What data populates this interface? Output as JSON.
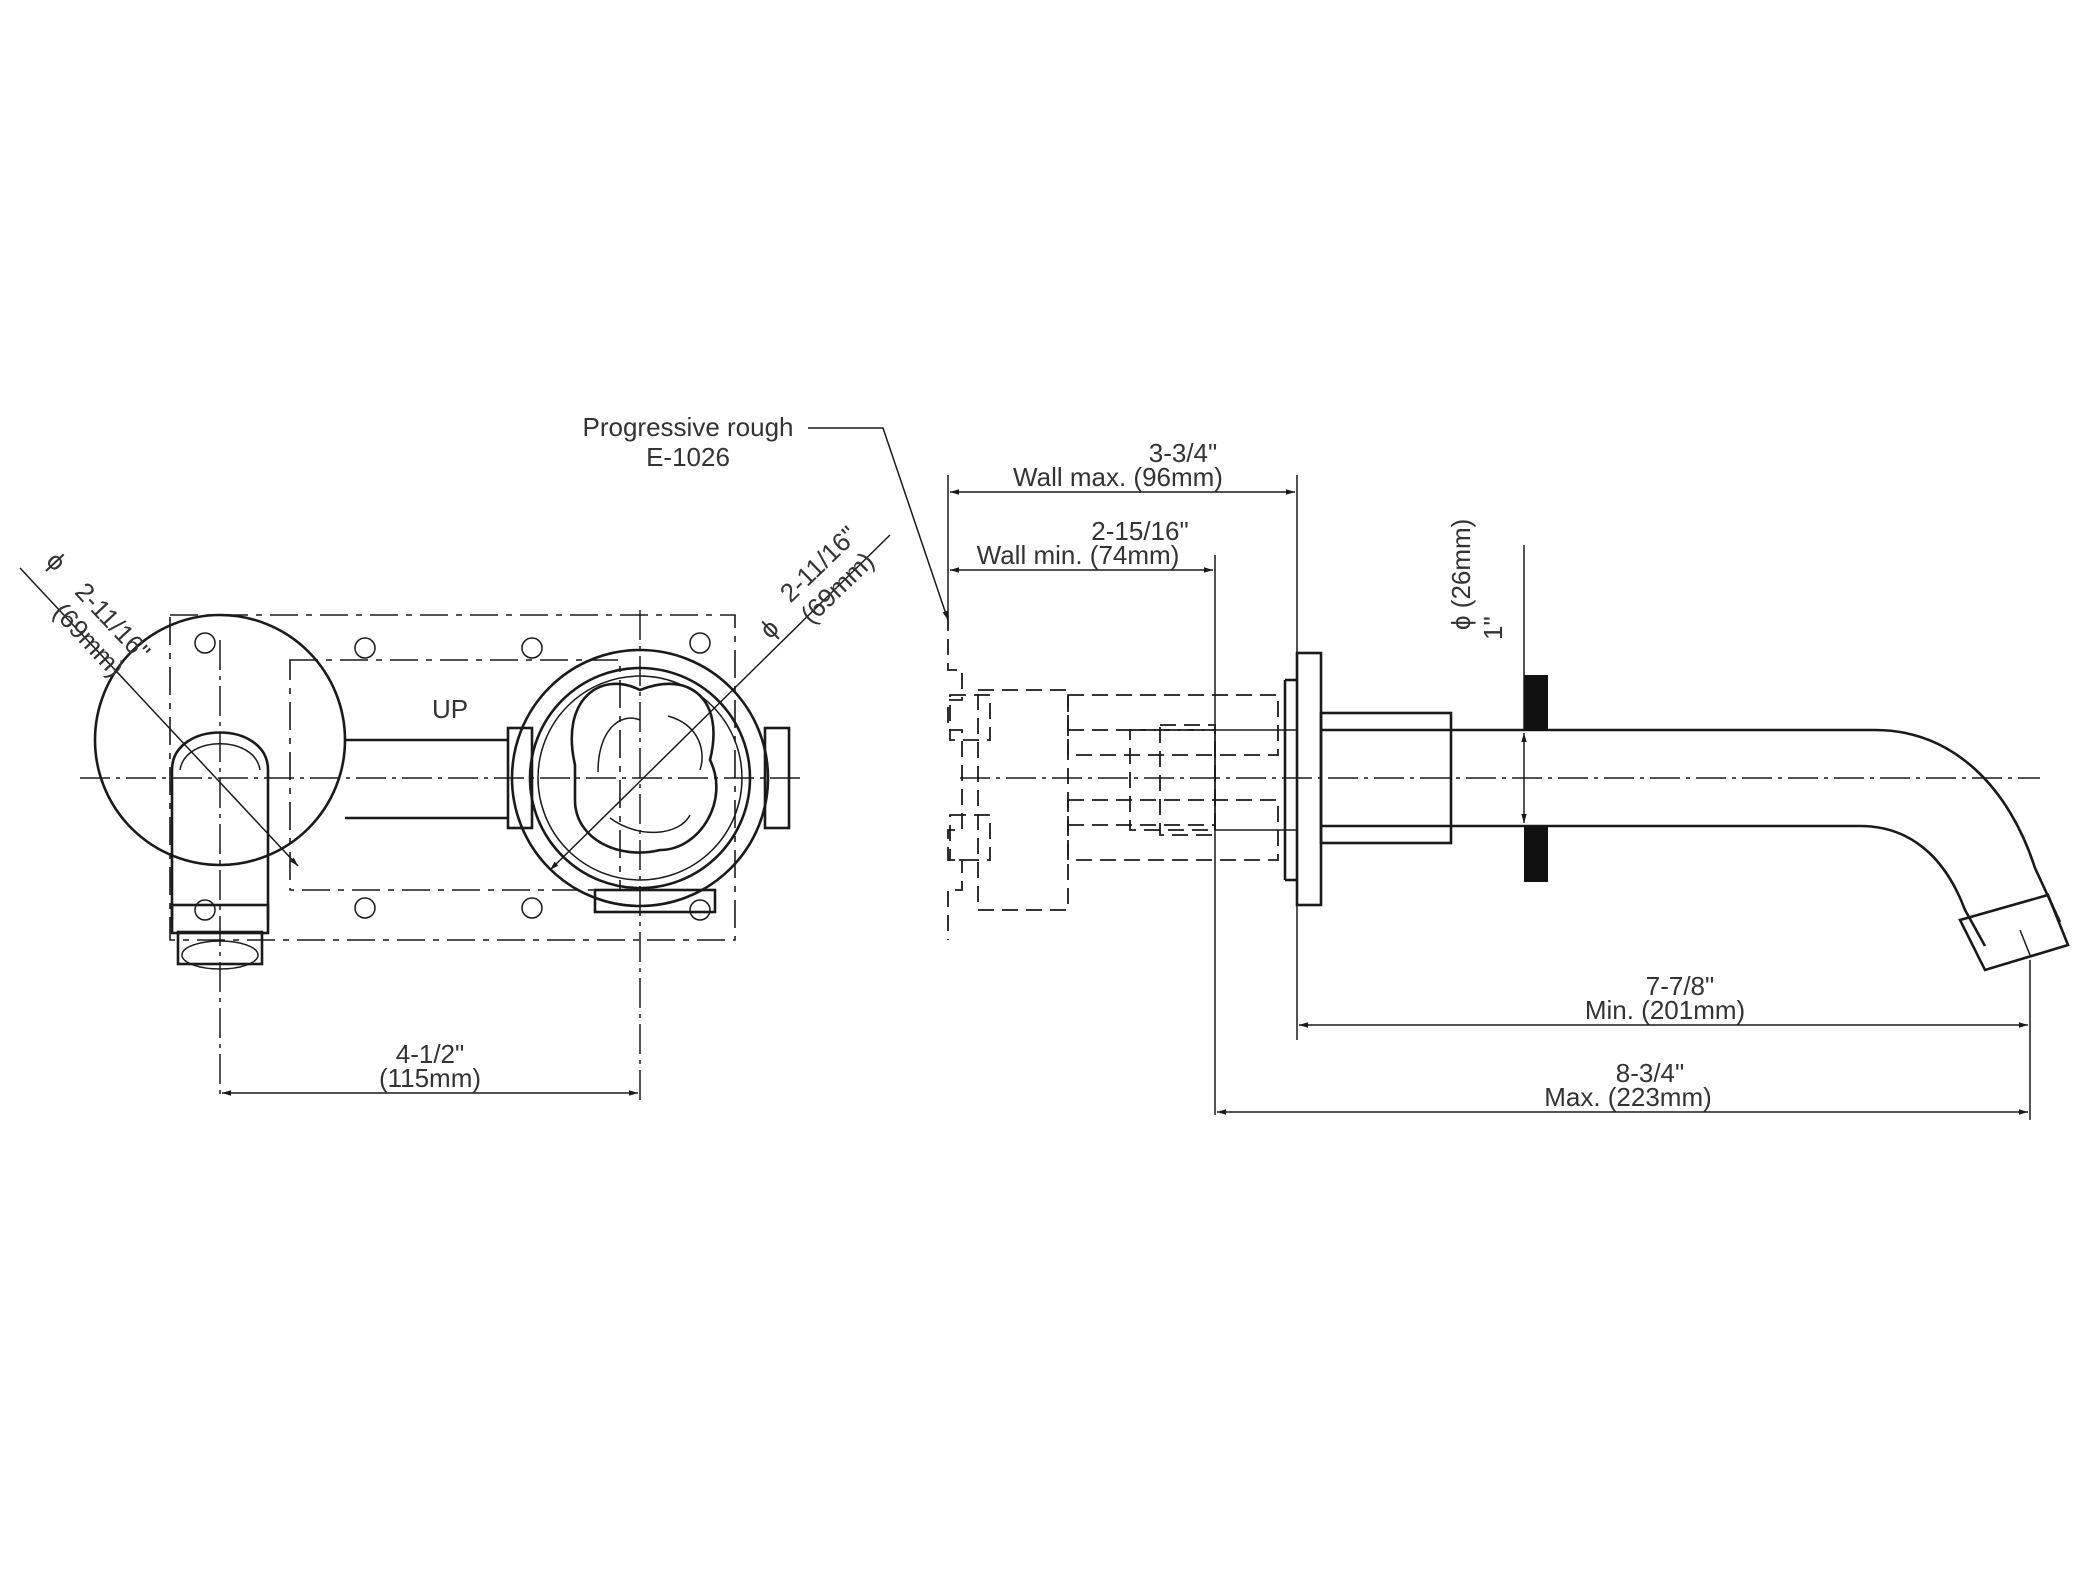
{
  "callout": {
    "line1": "Progressive rough",
    "line2": "E-1026"
  },
  "front_view": {
    "escutcheon_dia": {
      "symbol": "ϕ",
      "imperial": "2-11/16\"",
      "metric": "(69mm)"
    },
    "handle_dia": {
      "symbol": "ϕ",
      "imperial": "2-11/16\"",
      "metric": "(69mm)"
    },
    "centers": {
      "imperial": "4-1/2\"",
      "metric": "(115mm)"
    },
    "up_label": "UP"
  },
  "side_view": {
    "wall_max": {
      "imperial": "3-3/4\"",
      "label": "Wall max. (96mm)"
    },
    "wall_min": {
      "imperial": "2-15/16\"",
      "label": "Wall min. (74mm)"
    },
    "spout_dia": {
      "imperial": "1\"",
      "metric": "ϕ (26mm)"
    },
    "reach_min": {
      "imperial": "7-7/8\"",
      "label": "Min. (201mm)"
    },
    "reach_max": {
      "imperial": "8-3/4\"",
      "label": "Max. (223mm)"
    }
  }
}
